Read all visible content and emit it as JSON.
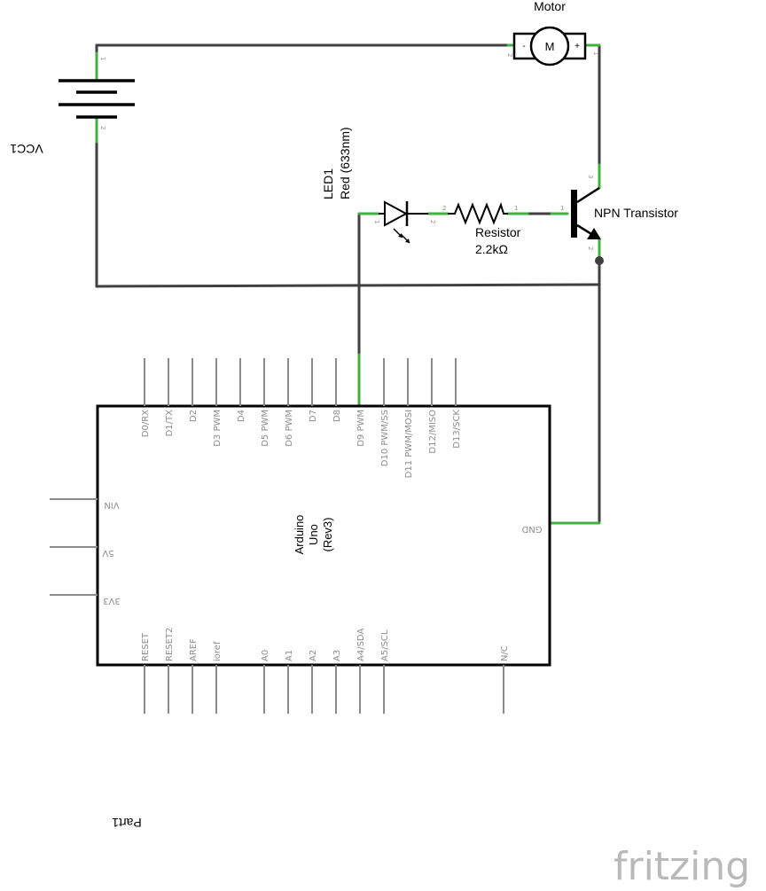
{
  "components": {
    "motor": {
      "title": "Motor",
      "symbol": "M",
      "minus": "-",
      "plus": "+",
      "pin_a": "2",
      "pin_b": "1"
    },
    "battery": {
      "label": "VCC1",
      "pin_a": "1",
      "pin_b": "2"
    },
    "led": {
      "name": "LED1",
      "color": "Red (633nm)",
      "pin_a": "1",
      "pin_b": "2"
    },
    "resistor": {
      "name": "Resistor",
      "value": "2.2kΩ",
      "pin_a": "2",
      "pin_b": "1"
    },
    "transistor": {
      "name": "NPN Transistor",
      "pin_base": "1",
      "pin_collector": "3",
      "pin_emitter": "2"
    }
  },
  "arduino": {
    "name_line1": "Arduino",
    "name_line2": "Uno",
    "name_line3": "(Rev3)",
    "top_pins": [
      "D0/RX",
      "D1/TX",
      "D2",
      "D3 PWM",
      "D4",
      "D5 PWM",
      "D6 PWM",
      "D7",
      "D8",
      "D9 PWM",
      "D10 PWM/SS",
      "D11 PWM/MOSI",
      "D12/MISO",
      "D13/SCK"
    ],
    "left_pins": [
      "VIN",
      "5V",
      "3V3"
    ],
    "right_pins": [
      "GND"
    ],
    "bottom_pins": [
      "RESET",
      "RESET2",
      "AREF",
      "ioref",
      "A0",
      "A1",
      "A2",
      "A3",
      "A4/SDA",
      "A5/SCL",
      "N/C"
    ]
  },
  "part_label": "Part1",
  "watermark": "fritzing",
  "colors": {
    "wire": "#404040",
    "connected_wire": "#41b041",
    "pin_label": "#8c8c8c",
    "watermark": "#b9b9b9"
  }
}
